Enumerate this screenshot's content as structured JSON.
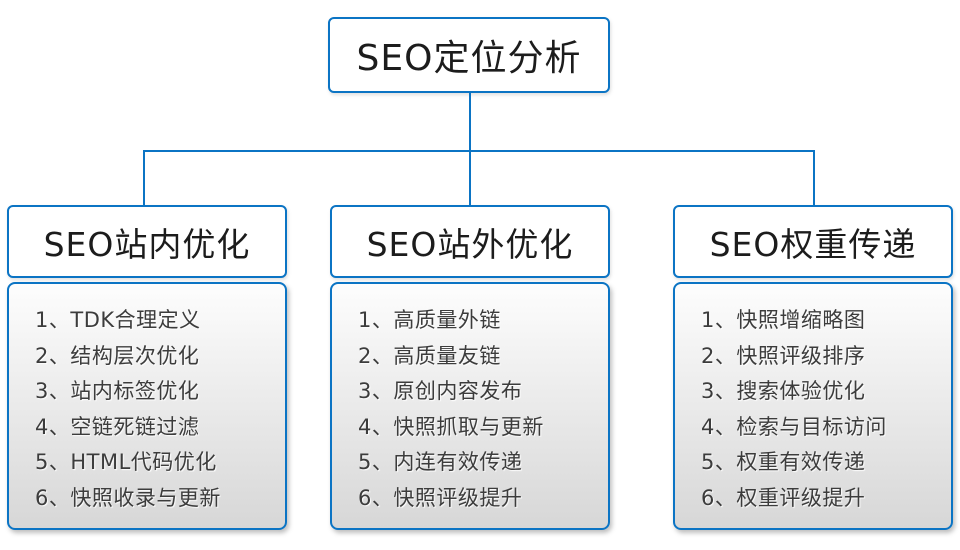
{
  "diagram": {
    "root": {
      "label": "SEO定位分析"
    },
    "columns": [
      {
        "header": "SEO站内优化",
        "items": [
          "1、TDK合理定义",
          "2、结构层次优化",
          "3、站内标签优化",
          "4、空链死链过滤",
          "5、HTML代码优化",
          "6、快照收录与更新"
        ]
      },
      {
        "header": "SEO站外优化",
        "items": [
          "1、高质量外链",
          "2、高质量友链",
          "3、原创内容发布",
          "4、快照抓取与更新",
          "5、内连有效传递",
          "6、快照评级提升"
        ]
      },
      {
        "header": "SEO权重传递",
        "items": [
          "1、快照增缩略图",
          "2、快照评级排序",
          "3、搜索体验优化",
          "4、检索与目标访问",
          "5、权重有效传递",
          "6、权重评级提升"
        ]
      }
    ],
    "colors": {
      "accent_blue": "#0b74c4",
      "body_gradient_top": "#fdfdfd",
      "body_gradient_bottom": "#d7d7d7",
      "text_dark": "#1c1c1c",
      "text_item": "#3c3c3c"
    }
  }
}
